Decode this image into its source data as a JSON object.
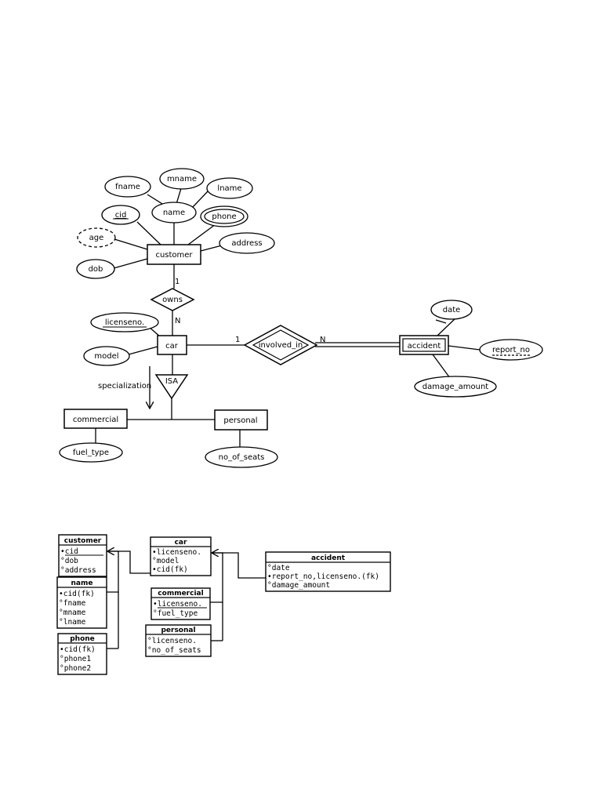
{
  "er": {
    "entities": {
      "customer": "customer",
      "car": "car",
      "accident": "accident",
      "commercial": "commercial",
      "personal": "personal"
    },
    "attributes": {
      "fname": "fname",
      "mname": "mname",
      "lname": "lname",
      "name": "name",
      "cid": "cid",
      "phone": "phone",
      "age": "age",
      "address": "address",
      "dob": "dob",
      "licenseno": "licenseno.",
      "model": "model",
      "date": "date",
      "report_no": "report_no",
      "damage_amount": "damage_amount",
      "fuel_type": "fuel_type",
      "no_of_seats": "no_of_seats"
    },
    "relationships": {
      "owns": "owns",
      "involved_in": "involved_in",
      "isa": "ISA"
    },
    "cardinalities": {
      "owns_customer": "1",
      "owns_car": "N",
      "involved_car": "1",
      "involved_accident": "N"
    },
    "specialization_label": "specialization"
  },
  "schema": {
    "customer": {
      "title": "customer",
      "rows": [
        "•cid",
        "°dob",
        "°address"
      ]
    },
    "name": {
      "title": "name",
      "rows": [
        "•cid(fk)",
        "°fname",
        "°mname",
        "°lname"
      ]
    },
    "phone": {
      "title": "phone",
      "rows": [
        "•cid(fk)",
        "°phone1",
        "°phone2"
      ]
    },
    "car": {
      "title": "car",
      "rows": [
        "•licenseno.",
        "°model",
        "•cid(fk)"
      ]
    },
    "commercial": {
      "title": "commercial",
      "rows": [
        "•licenseno.",
        "°fuel_type"
      ]
    },
    "personal": {
      "title": "personal",
      "rows": [
        "°licenseno.",
        "°no_of_seats"
      ]
    },
    "accident": {
      "title": "accident",
      "rows": [
        "°date",
        "•report_no,licenseno.(fk)",
        "°damage_amount"
      ]
    }
  }
}
